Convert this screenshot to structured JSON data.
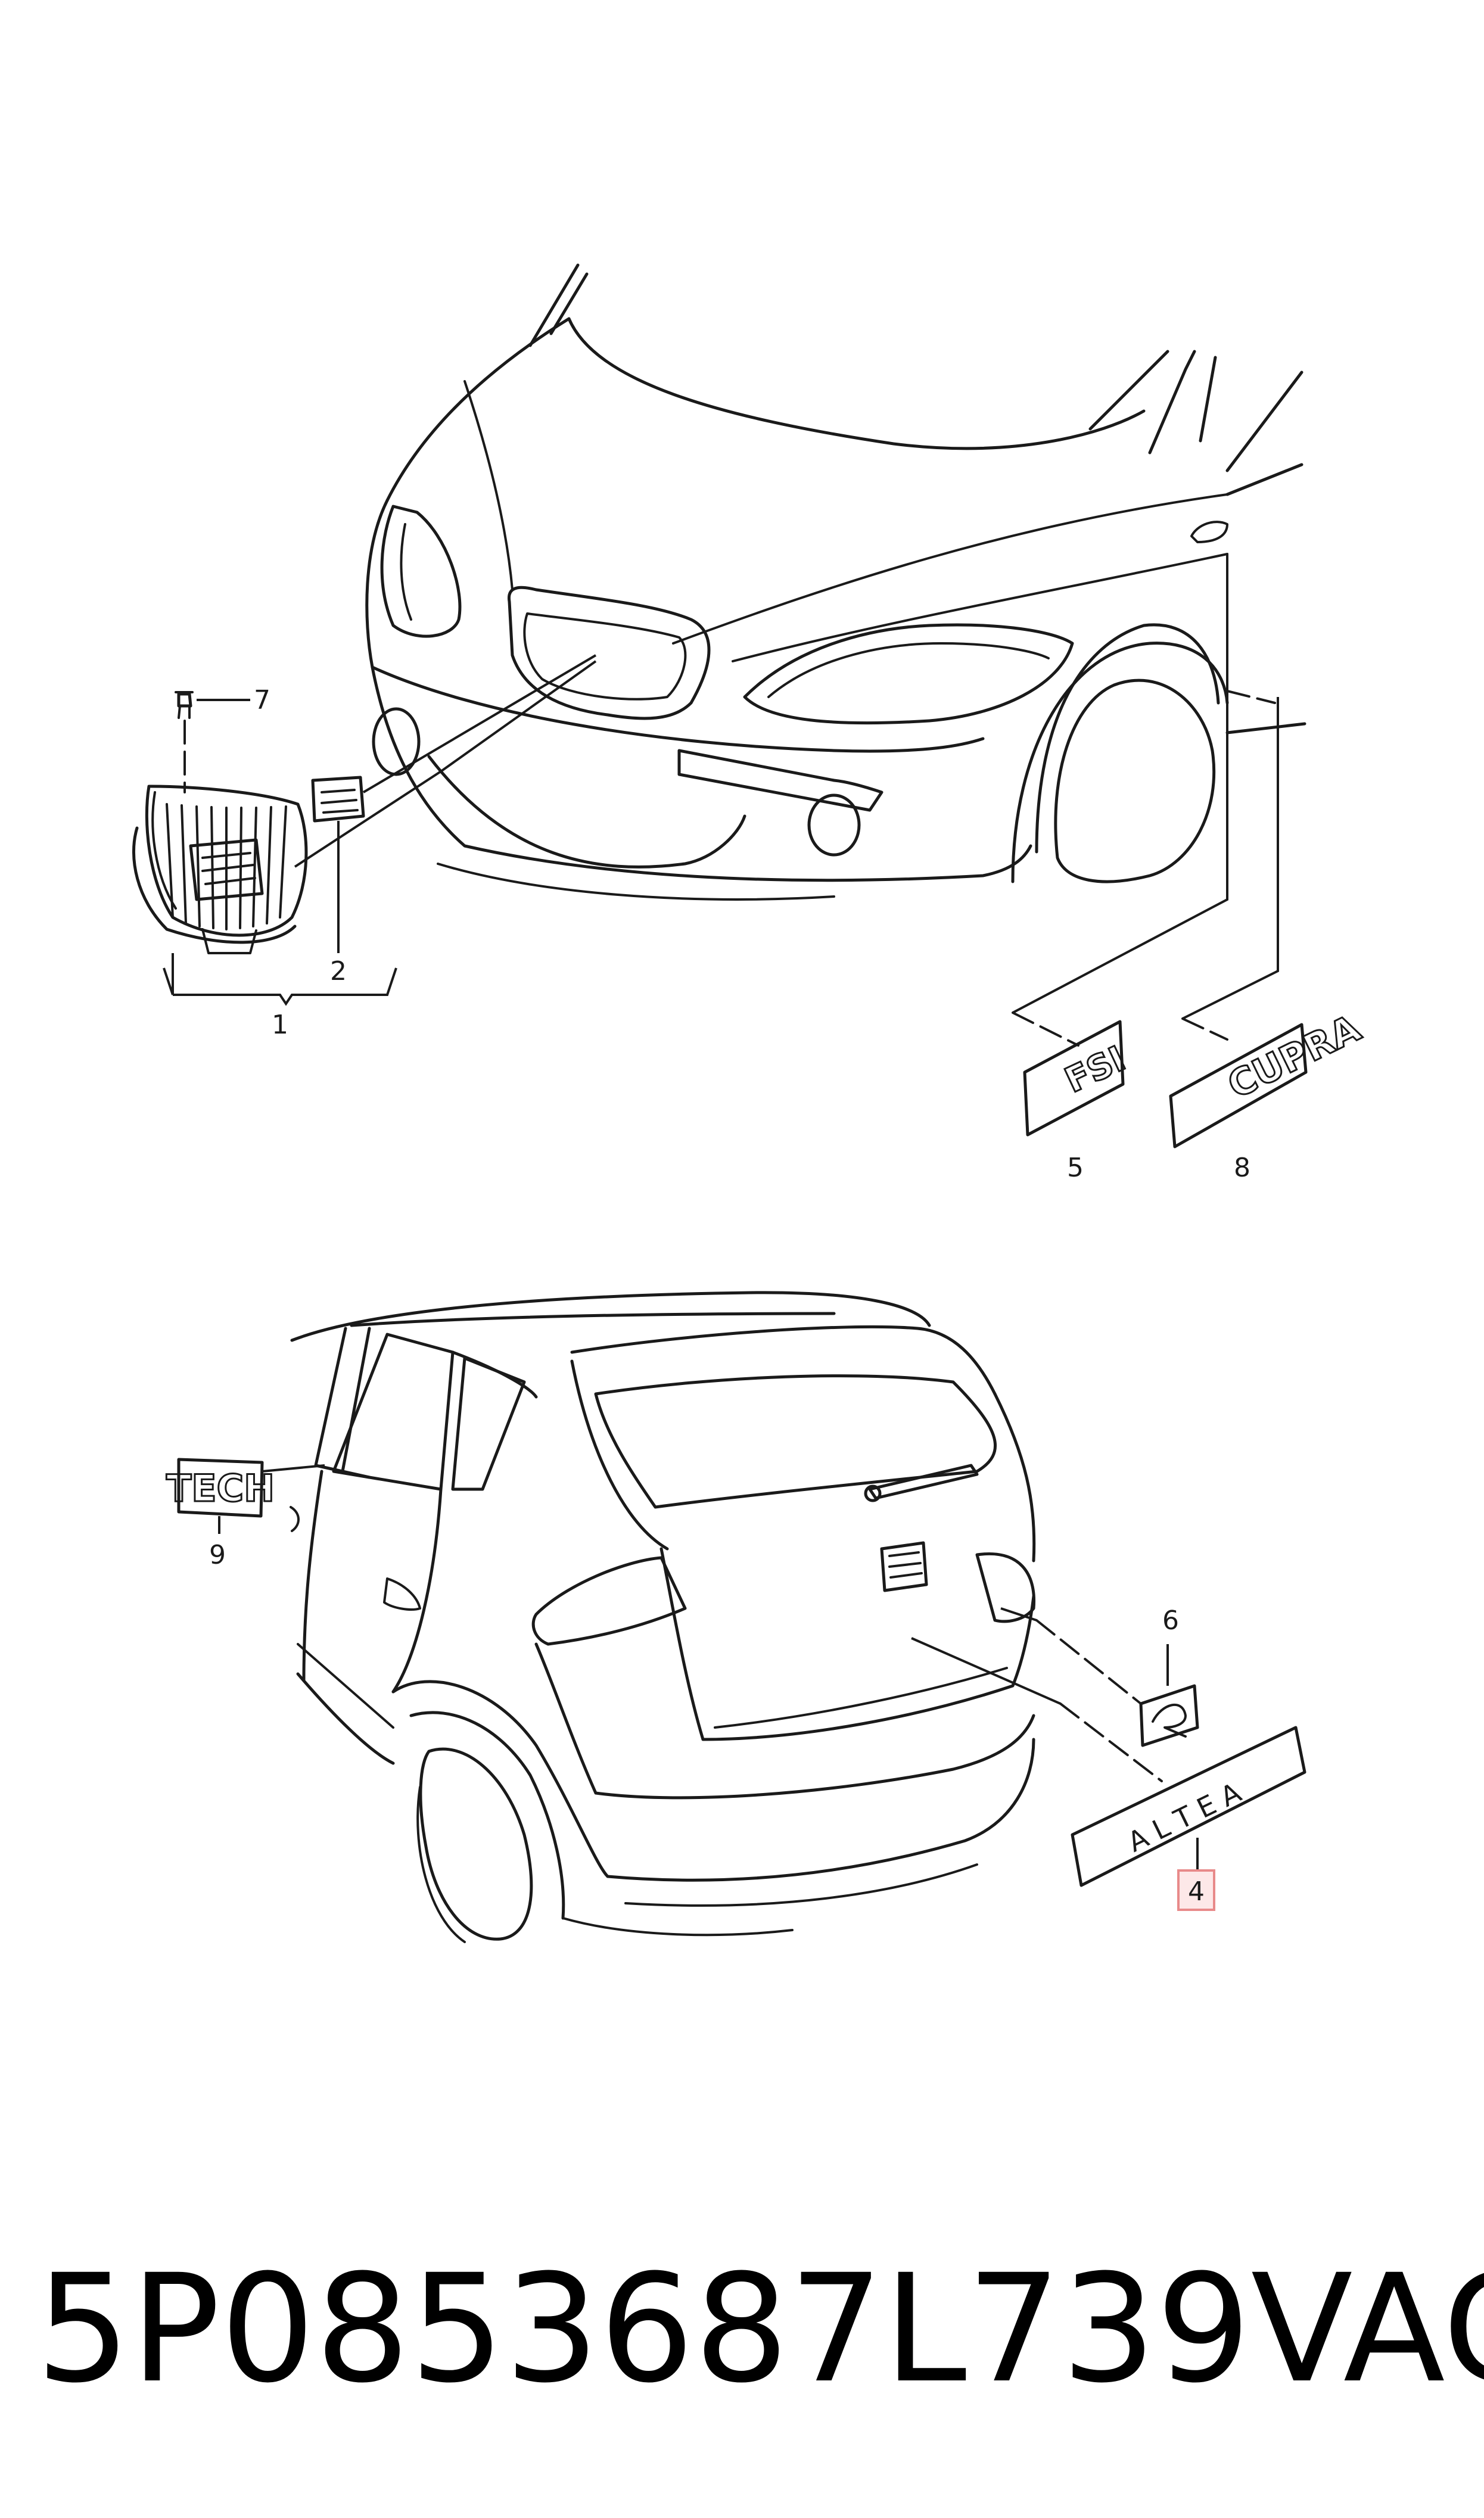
{
  "callouts": {
    "c1": "1",
    "c2": "2",
    "c4": "4",
    "c5": "5",
    "c6": "6",
    "c7": "7",
    "c8": "8",
    "c9": "9"
  },
  "emblems": {
    "fsi": "FSI",
    "cupra": "CUPRA",
    "tech": "TECH",
    "altea": "A L T E A"
  },
  "highlight_color": "#e88a8a",
  "footer": {
    "part_number": "5P0853687L739",
    "brand": "VAG"
  }
}
